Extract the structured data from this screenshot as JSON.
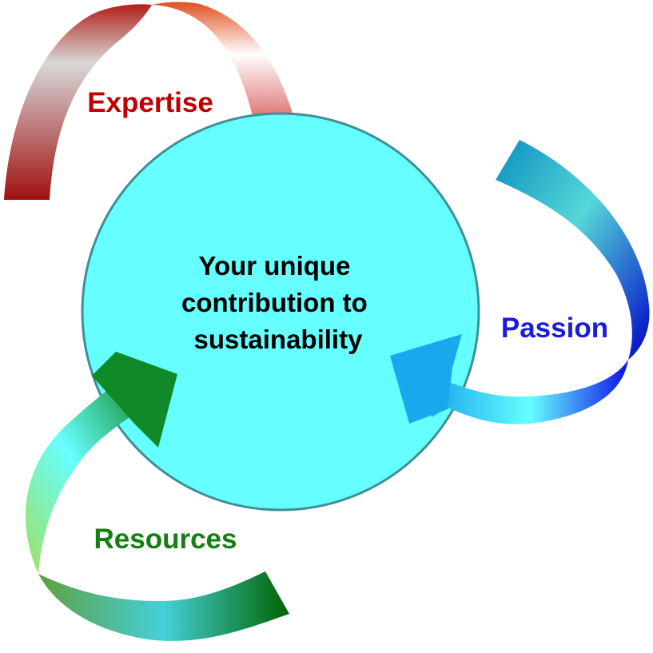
{
  "diagram": {
    "center": {
      "lines": [
        "Your unique",
        "contribution to",
        "sustainability"
      ],
      "fill_color": "#66ffff",
      "stroke_color": "#3f8f96",
      "text_color": "#000000"
    },
    "arrows": [
      {
        "id": "expertise",
        "label": "Expertise",
        "label_color": "#c00000",
        "icon": "curved-arrow-red",
        "gradient": [
          "#a01818",
          "#e0e0e0",
          "#d04020",
          "#ffffff",
          "#d02828"
        ]
      },
      {
        "id": "passion",
        "label": "Passion",
        "label_color": "#1a1ae6",
        "icon": "curved-arrow-blue",
        "gradient": [
          "#0a8ec0",
          "#55d8d8",
          "#0000d0",
          "#1818f0",
          "#66ffff",
          "#18b0f0"
        ]
      },
      {
        "id": "resources",
        "label": "Resources",
        "label_color": "#128012",
        "icon": "curved-arrow-green",
        "gradient": [
          "#108a28",
          "#66ffff",
          "#a0e060",
          "#60a040",
          "#44d8e0",
          "#006400"
        ]
      }
    ]
  }
}
